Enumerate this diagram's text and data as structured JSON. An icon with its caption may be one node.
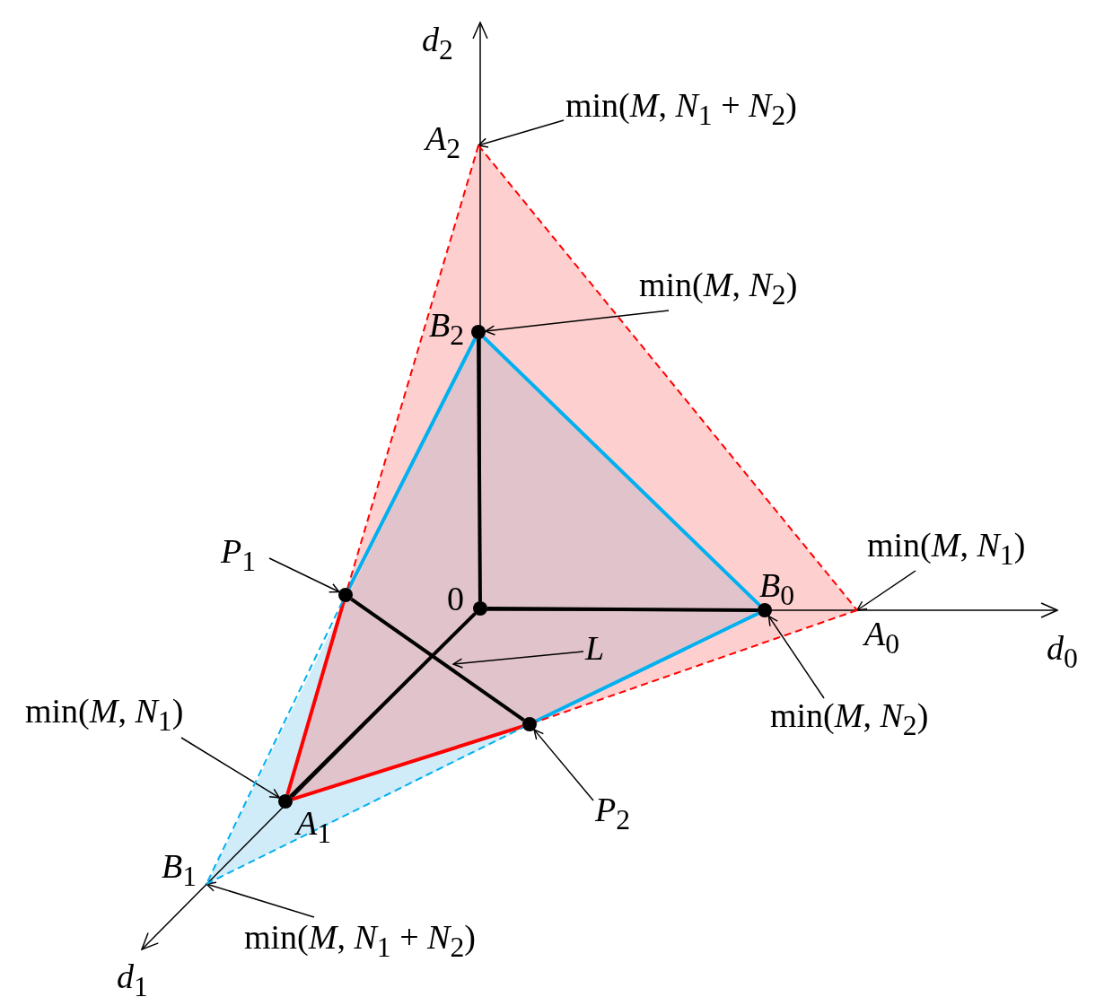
{
  "diagram": {
    "nodes": [
      {
        "text": [
          "min(*M*, *N*$_{1}$ + *N*$_{2}$)"
        ]
      },
      {
        "text": [
          "*A*$_{2}$"
        ]
      },
      {
        "text": [
          "min(*M*, *N*$_{2}$)"
        ]
      },
      {
        "text": [
          "*B*$_{2}$"
        ]
      },
      {
        "text": [
          "*P*$_{1}$"
        ]
      },
      {
        "text": [],
        "shape": "circle"
      },
      {
        "text": [
          "0"
        ]
      },
      {
        "text": [
          "min(*M*, *N*$_{1}$)"
        ]
      },
      {
        "text": [
          "*B*$_{0}$"
        ]
      },
      {
        "text": [
          "*A*$_{0}$"
        ]
      },
      {
        "text": [
          "*L*"
        ]
      },
      {
        "text": [
          "min(*M*, *N*$_{1}$)"
        ]
      },
      {
        "text": [
          "min(*M*, *N*$_{2}$)"
        ]
      },
      {
        "text": [
          "*A*$_{1}$"
        ]
      },
      {
        "text": [],
        "shape": "circle"
      },
      {
        "text": [
          "*P*$_{2}$"
        ]
      },
      {
        "text": [
          "*B*$_{1}$"
        ]
      },
      {
        "text": [
          "min(*M*, *N*$_{1}$ + *N*$_{2}$)"
        ]
      }
    ],
    "edges": [
      {
        "from": 0,
        "to": 1,
        "arrow": "to"
      },
      {
        "from": 2,
        "to": 3,
        "arrow": "to"
      },
      {
        "from": 4,
        "to": 5,
        "arrow": "to"
      },
      {
        "from": 7,
        "to": 9,
        "arrow": "to"
      },
      {
        "from": 10,
        "to": null,
        "arrow": "to"
      },
      {
        "from": 11,
        "to": 13,
        "arrow": "to"
      },
      {
        "from": 12,
        "to": 8,
        "arrow": "to"
      },
      {
        "from": 15,
        "to": 14,
        "arrow": "to"
      },
      {
        "from": 17,
        "to": 16,
        "arrow": "to"
      },
      {
        "from": 6,
        "to": 3,
        "arrow": "none",
        "style": "thick"
      },
      {
        "from": 6,
        "to": 8,
        "arrow": "none",
        "style": "thick"
      },
      {
        "from": 6,
        "to": 13,
        "arrow": "none",
        "style": "thick"
      },
      {
        "from": 5,
        "to": 14,
        "arrow": "none",
        "style": "thick"
      },
      {
        "from": 3,
        "to": 5,
        "arrow": "none",
        "style": "thick",
        "color": "#00b0f0"
      },
      {
        "from": 3,
        "to": 8,
        "arrow": "none",
        "style": "thick",
        "color": "#00b0f0"
      },
      {
        "from": 8,
        "to": 14,
        "arrow": "none",
        "style": "thick",
        "color": "#00b0f0"
      },
      {
        "from": 5,
        "to": 13,
        "arrow": "none",
        "style": "thick",
        "color": "#ff0000"
      },
      {
        "from": 14,
        "to": 13,
        "arrow": "none",
        "style": "thick",
        "color": "#ff0000"
      },
      {
        "from": 1,
        "to": 5,
        "arrow": "none",
        "style": "dashed",
        "color": "#ff0000"
      },
      {
        "from": 1,
        "to": 9,
        "arrow": "none",
        "style": "dashed",
        "color": "#ff0000"
      },
      {
        "from": 9,
        "to": 14,
        "arrow": "none",
        "style": "dashed",
        "color": "#ff0000"
      },
      {
        "from": 5,
        "to": 16,
        "arrow": "none",
        "style": "dashed",
        "color": "#00b0f0"
      },
      {
        "from": 16,
        "to": 14,
        "arrow": "none",
        "style": "dashed",
        "color": "#00b0f0"
      }
    ],
    "labels": [
      "*d*$_{2}$",
      "*d*$_{0}$",
      "*d*$_{1}$"
    ]
  }
}
